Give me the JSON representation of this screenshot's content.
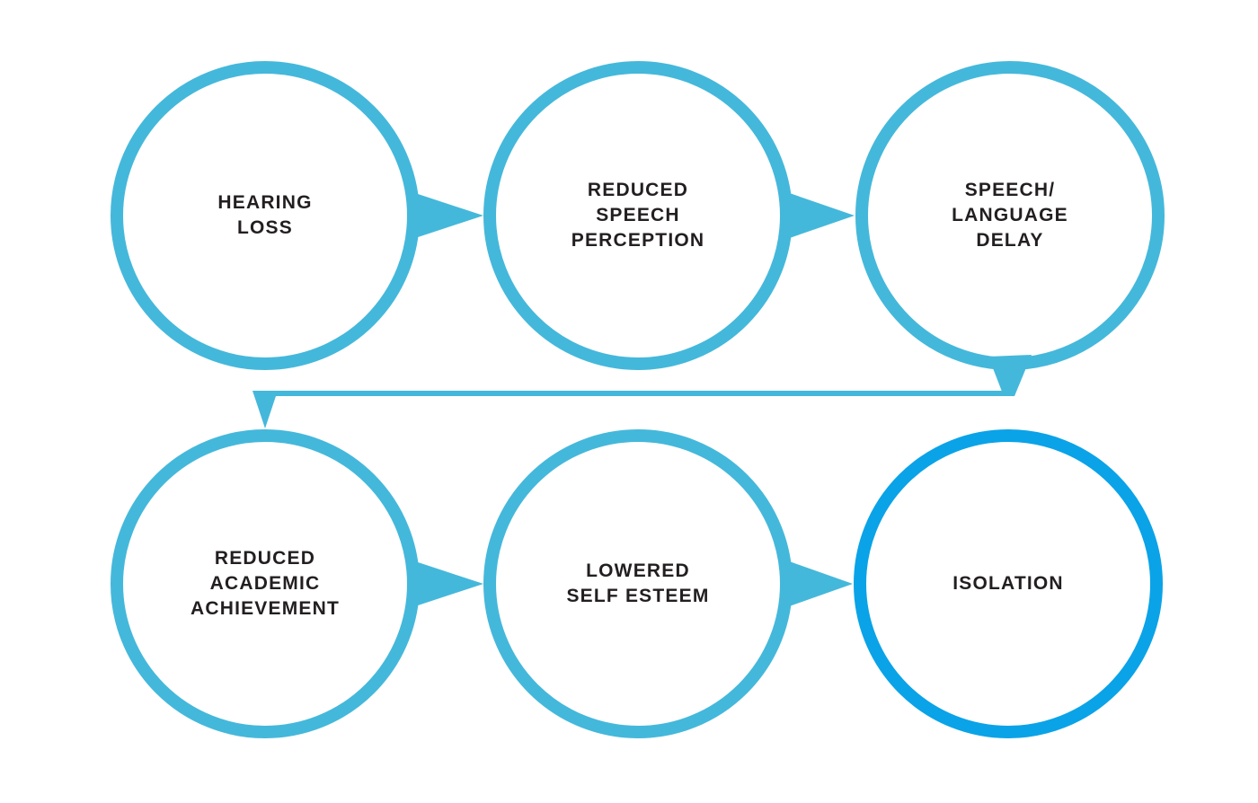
{
  "diagram": {
    "colors": {
      "light_blue": "#44B8DB",
      "dark_blue": "#0AA3E8",
      "text": "#231F20",
      "background": "#FFFFFF"
    },
    "nodes": [
      {
        "id": "hearing-loss",
        "label": "HEARING\nLOSS",
        "emphasis": "light"
      },
      {
        "id": "reduced-speech-perception",
        "label": "REDUCED\nSPEECH\nPERCEPTION",
        "emphasis": "light"
      },
      {
        "id": "speech-language-delay",
        "label": "SPEECH/\nLANGUAGE\nDELAY",
        "emphasis": "light"
      },
      {
        "id": "reduced-academic-achievement",
        "label": "REDUCED\nACADEMIC\nACHIEVEMENT",
        "emphasis": "light"
      },
      {
        "id": "lowered-self-esteem",
        "label": "LOWERED\nSELF ESTEEM",
        "emphasis": "light"
      },
      {
        "id": "isolation",
        "label": "ISOLATION",
        "emphasis": "dark"
      }
    ],
    "edges": [
      {
        "from": "hearing-loss",
        "to": "reduced-speech-perception"
      },
      {
        "from": "reduced-speech-perception",
        "to": "speech-language-delay"
      },
      {
        "from": "speech-language-delay",
        "to": "reduced-academic-achievement"
      },
      {
        "from": "reduced-academic-achievement",
        "to": "lowered-self-esteem"
      },
      {
        "from": "lowered-self-esteem",
        "to": "isolation"
      }
    ]
  }
}
